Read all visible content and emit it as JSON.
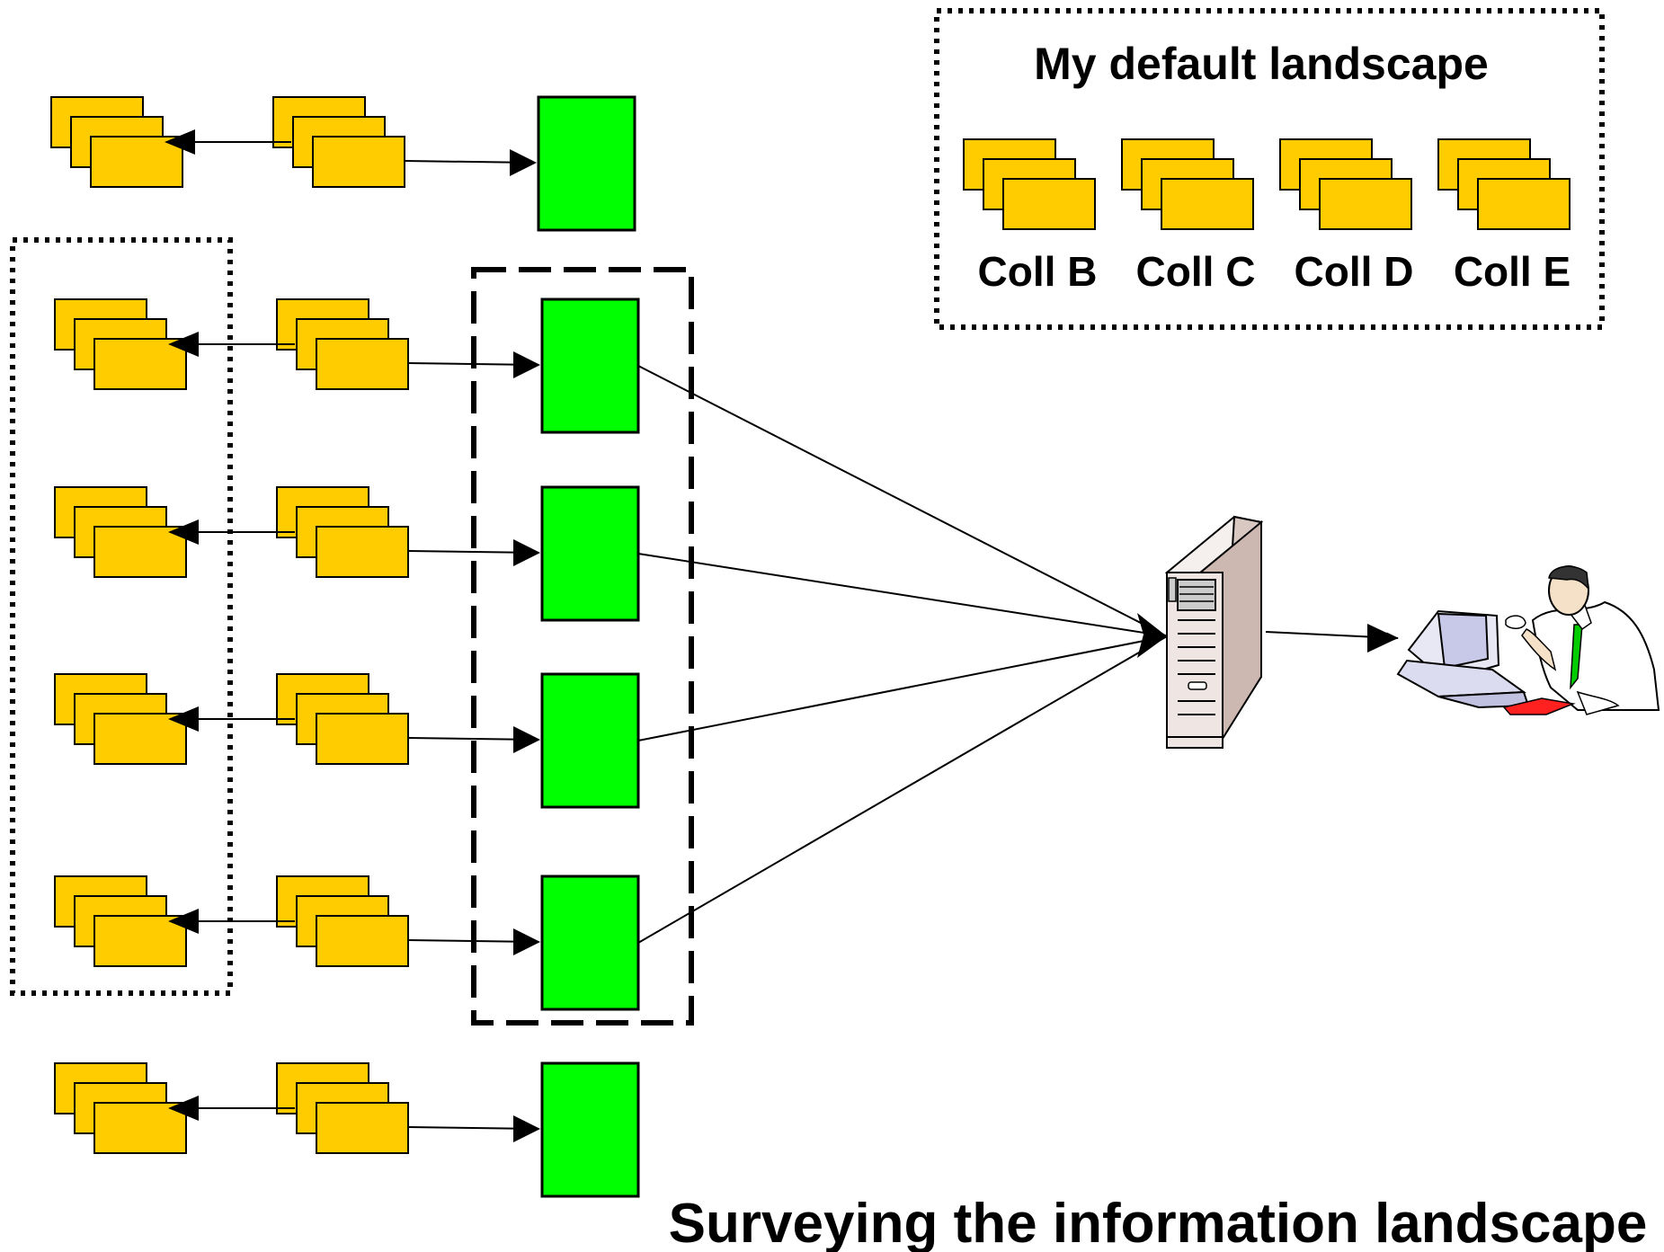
{
  "legend": {
    "title": "My default landscape",
    "collections": [
      "Coll B",
      "Coll C",
      "Coll D",
      "Coll E"
    ]
  },
  "caption": "Surveying the information landscape",
  "colors": {
    "collection_fill": "#ffcc00",
    "repository_fill": "#00ff00",
    "background": "#ffffff",
    "stroke": "#000000"
  },
  "diagram": {
    "rows": 6,
    "rows_in_selection": [
      1,
      2,
      3,
      4
    ],
    "rows_connected_to_server": [
      1,
      2,
      3,
      4
    ]
  },
  "icons": [
    "server-icon",
    "user-at-computer-icon"
  ]
}
